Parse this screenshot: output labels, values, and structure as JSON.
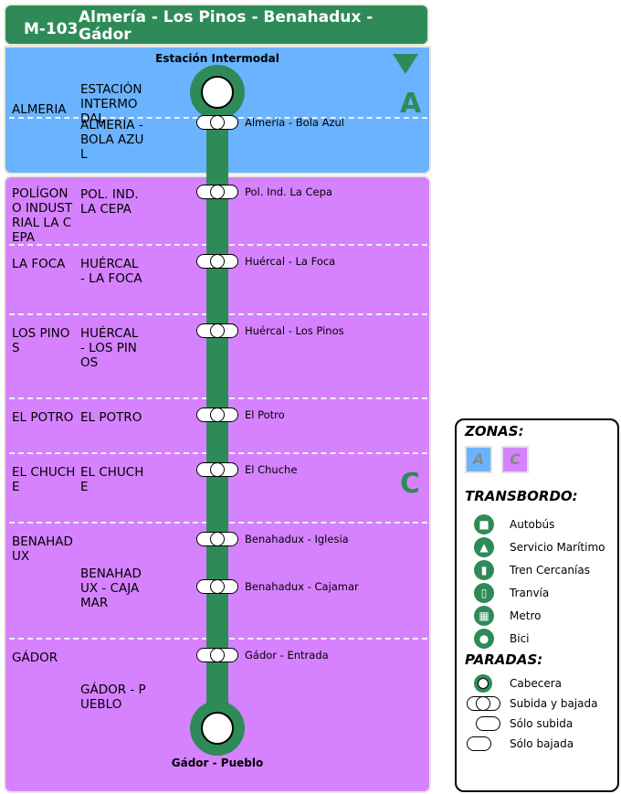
{
  "header": {
    "code": "M-103",
    "title": "Almería - Los Pinos - Benahadux - Gádor"
  },
  "terminals": {
    "start": "Estación Intermodal",
    "end": "Gádor - Pueblo"
  },
  "zones": {
    "a": "A",
    "c": "C"
  },
  "municipalities": [
    "ALMERIA",
    "POLÍGONO INDUSTRIAL LA CEPA",
    "LA FOCA",
    "LOS PINOS",
    "EL POTRO",
    "EL CHUCHE",
    "BENAHADUX",
    "GÁDOR"
  ],
  "nuclei": [
    "ESTACIÓN INTERMODAL",
    "ALMERÍA - BOLA AZUL",
    "POL. IND. LA CEPA",
    "HUÉRCAL - LA FOCA",
    "HUÉRCAL - LOS PINOS",
    "EL POTRO",
    "EL CHUCHE",
    "BENAHADUX - CAJAMAR",
    "GÁDOR - PUEBLO"
  ],
  "stops": [
    "Almería - Bola Azul",
    "Pol. Ind. La Cepa",
    "Huércal - La Foca",
    "Huércal - Los Pinos",
    "El Potro",
    "El Chuche",
    "Benahadux - Iglesia",
    "Benahadux - Cajamar",
    "Gádor - Entrada"
  ],
  "legend": {
    "zonas_title": "ZONAS:",
    "zone_a": "A",
    "zone_c": "C",
    "transbordo_title": "TRANSBORDO:",
    "transbordo": [
      {
        "label": "Autobús",
        "icon": "bus-icon"
      },
      {
        "label": "Servicio Marítimo",
        "icon": "ship-icon"
      },
      {
        "label": "Tren Cercanías",
        "icon": "train-icon"
      },
      {
        "label": "Tranvía",
        "icon": "tram-icon"
      },
      {
        "label": "Metro",
        "icon": "metro-icon"
      },
      {
        "label": "Bici",
        "icon": "bike-icon"
      }
    ],
    "paradas_title": "PARADAS:",
    "paradas": [
      "Cabecera",
      "Subida y bajada",
      "Sólo subida",
      "Sólo bajada"
    ]
  },
  "colors": {
    "line": "#2e8b57",
    "zone_a": "#6ab3ff",
    "zone_c": "#d682ff"
  }
}
